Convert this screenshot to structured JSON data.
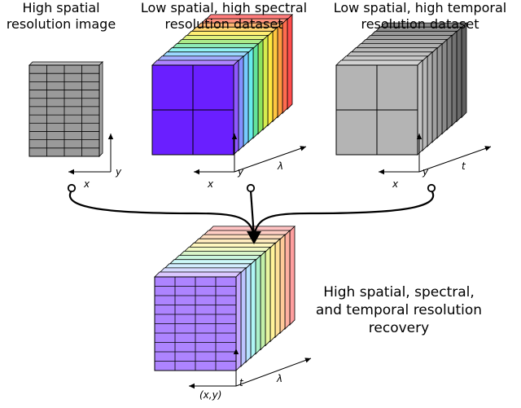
{
  "labels": {
    "spatial_line1": "High spatial",
    "spatial_line2": "resolution image",
    "spectral_line1": "Low spatial, high spectral",
    "spectral_line2": "resolution dataset",
    "temporal_line1": "Low spatial, high temporal",
    "temporal_line2": "resolution dataset",
    "recovery_line1": "High spatial, spectral,",
    "recovery_line2": "and temporal resolution",
    "recovery_line3": "recovery"
  },
  "axes": {
    "x": "x",
    "y": "y",
    "lambda": "λ",
    "t": "t",
    "xy": "(x,y)"
  },
  "colors": {
    "spectral_layers": [
      "#6a1fff",
      "#5a6cff",
      "#4ab8ff",
      "#36e6e6",
      "#2fdc7a",
      "#66d828",
      "#c8e614",
      "#ffe000",
      "#ffb300",
      "#ff7a00",
      "#ff3a14",
      "#ff1010"
    ],
    "temporal_layers": [
      "#b4b4b4",
      "#a6a6a6",
      "#979797",
      "#898989",
      "#7b7b7b",
      "#6c6c6c",
      "#5e5e5e",
      "#505050",
      "#434343",
      "#373737"
    ],
    "spatial_image": "#9a9a9a",
    "line": "#000000"
  }
}
